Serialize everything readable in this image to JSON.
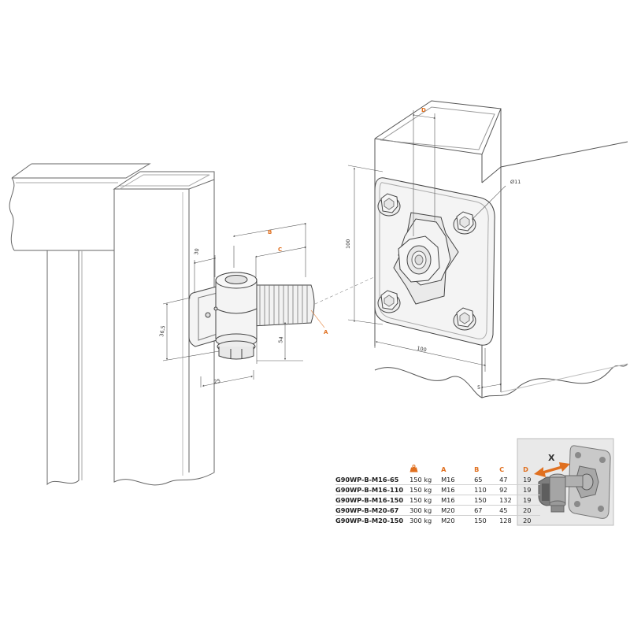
{
  "labels": {
    "dim_30": "30",
    "dim_36_5": "36,5",
    "dim_54": "54",
    "dim_25": "25",
    "dim_B": "B",
    "dim_C": "C",
    "dim_A": "A",
    "dim_D": "D",
    "dim_100_v": "100",
    "dim_100_h": "100",
    "dim_5": "5",
    "dim_hole": "Ø11",
    "inset_x": "X"
  },
  "table": {
    "headers": [
      "",
      "",
      "A",
      "B",
      "C",
      "D"
    ],
    "weight_icon": "weight-icon",
    "rows": [
      [
        "G90WP-B-M16-65",
        "150 kg",
        "M16",
        "65",
        "47",
        "19"
      ],
      [
        "G90WP-B-M16-110",
        "150 kg",
        "M16",
        "110",
        "92",
        "19"
      ],
      [
        "G90WP-B-M16-150",
        "150 kg",
        "M16",
        "150",
        "132",
        "19"
      ],
      [
        "G90WP-B-M20-67",
        "300 kg",
        "M20",
        "67",
        "45",
        "20"
      ],
      [
        "G90WP-B-M20-150",
        "300 kg",
        "M20",
        "150",
        "128",
        "20"
      ]
    ]
  },
  "colors": {
    "accent": "#e07020",
    "line": "#555555",
    "inset_bg": "#e9e9e9"
  }
}
